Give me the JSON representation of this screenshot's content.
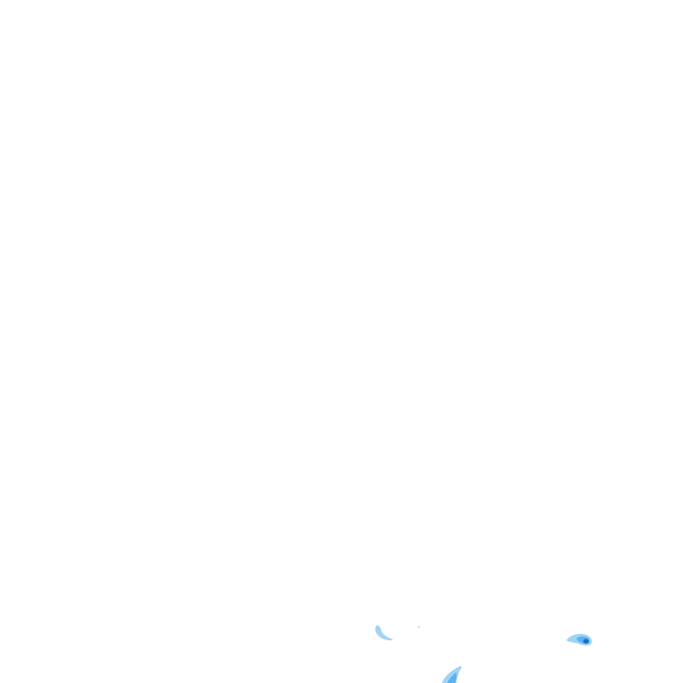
{
  "map": {
    "background_color": "#ffffff",
    "palette": {
      "light": "#9fd3f7",
      "medium": "#5cb2ee",
      "dark": "#1a6fc4"
    },
    "features": [
      {
        "id": "patch-west",
        "intensity": "light"
      },
      {
        "id": "speck",
        "intensity": "light"
      },
      {
        "id": "patch-south",
        "intensity": "medium"
      },
      {
        "id": "patch-east",
        "intensity": "dark"
      }
    ]
  }
}
